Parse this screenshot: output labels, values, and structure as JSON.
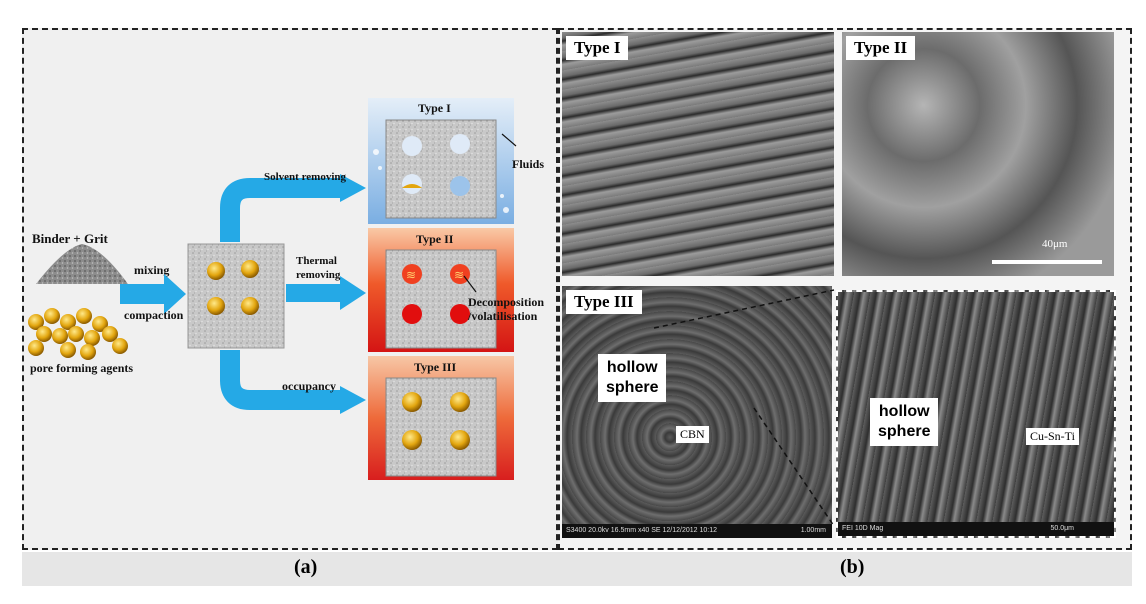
{
  "panel_a": {
    "binder_grit": "Binder + Grit",
    "pore_forming_agents": "pore forming agents",
    "mixing": "mixing",
    "compaction": "compaction",
    "solvent_removing": "Solvent removing",
    "thermal_removing_1": "Thermal",
    "thermal_removing_2": "removing",
    "occupancy": "occupancy",
    "type_1": "Type I",
    "type_2": "Type II",
    "type_3": "Type III",
    "fluids": "Fluids",
    "decomposition_1": "Decomposition",
    "decomposition_2": "/volatilisation"
  },
  "panel_b": {
    "type_1": "Type I",
    "type_2": "Type II",
    "type_3": "Type III",
    "scale_bar": "40μm",
    "hollow_sphere_1": "hollow",
    "hollow_sphere_2": "sphere",
    "cbn": "CBN",
    "cu_sn_ti": "Cu-Sn-Ti",
    "sem_footer_left": "S3400 20.0kv 16.5mm x40 SE 12/12/2012 10:12",
    "sem_footer_left_scale": "1.00mm",
    "sem_footer_right": "FEI 10D Mag",
    "sem_footer_right_scale": "50.0μm"
  },
  "captions": {
    "a": "(a)",
    "b": "(b)"
  },
  "colors": {
    "arrow": "#25a9e6",
    "pore_gold": "#e3a60f",
    "block_gray": "#c9c9c9",
    "type1_bg": "#a9c9ea",
    "type2_bg": "#e8321e",
    "type3_bg": "#e54a2a"
  }
}
